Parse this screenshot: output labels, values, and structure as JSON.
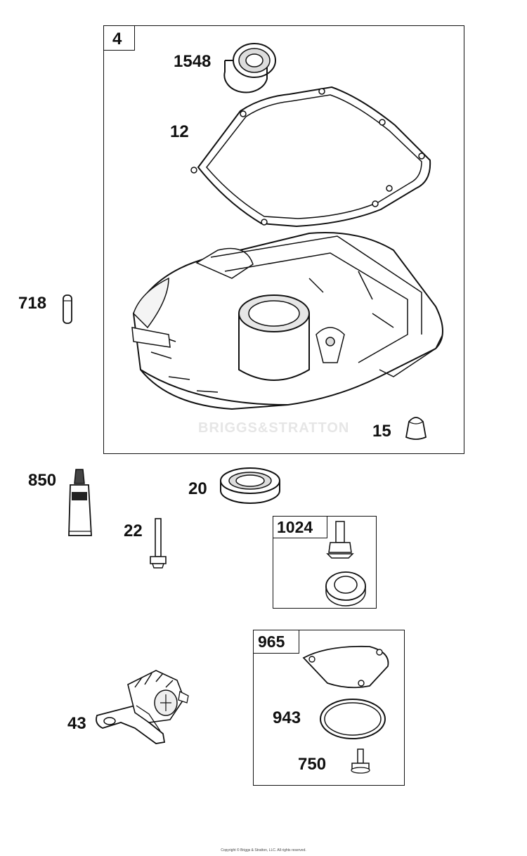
{
  "assemblies": [
    {
      "id": "box-4",
      "label": "4"
    },
    {
      "id": "box-1024",
      "label": "1024"
    },
    {
      "id": "box-965",
      "label": "965"
    }
  ],
  "parts": {
    "p1548": "1548",
    "p12": "12",
    "p718": "718",
    "p15": "15",
    "p850": "850",
    "p20": "20",
    "p22": "22",
    "p43": "43",
    "p943": "943",
    "p750": "750"
  },
  "watermark": "BRIGGS&STRATTON",
  "copyright": "Copyright © Briggs & Stratton, LLC. All rights reserved."
}
